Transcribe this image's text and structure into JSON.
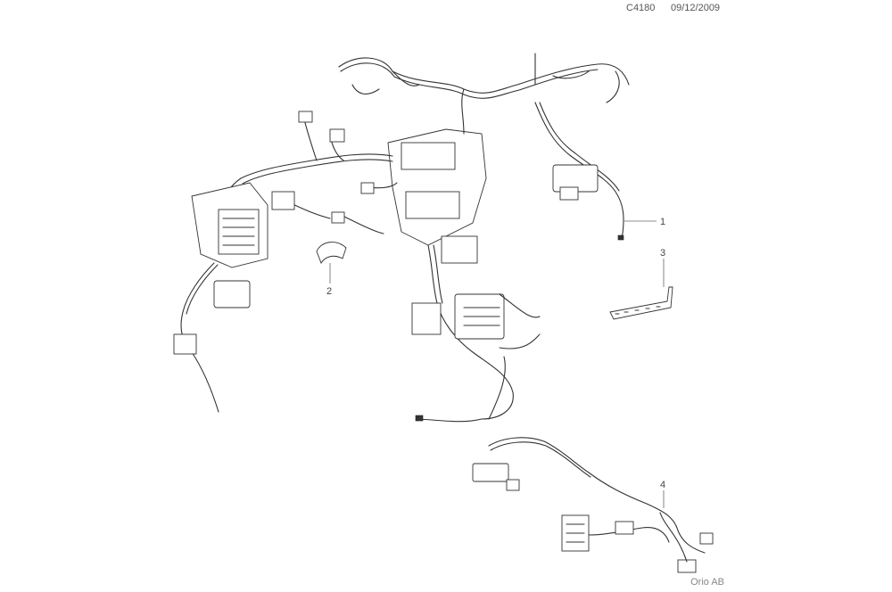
{
  "header": {
    "code": "C4180",
    "date": "09/12/2009"
  },
  "callouts": [
    "1",
    "2",
    "3",
    "4"
  ],
  "footer": {
    "brand": "Orio AB"
  }
}
